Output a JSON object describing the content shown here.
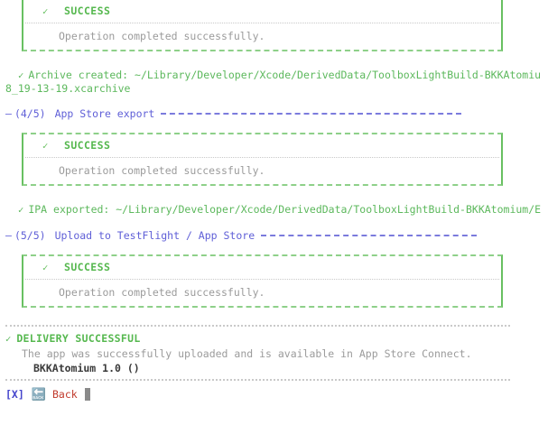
{
  "theme": {
    "green": "#5cb85c",
    "green_border": "#68c061",
    "gray_text": "#9b9b9b",
    "purple": "#5f5fd7",
    "red": "#c0392b",
    "blue": "#4444cc",
    "background": "#ffffff"
  },
  "panels": [
    {
      "check_icon": "✓",
      "title": "SUCCESS",
      "body": "Operation completed successfully."
    },
    {
      "check_icon": "✓",
      "title": "SUCCESS",
      "body": "Operation completed successfully."
    },
    {
      "check_icon": "✓",
      "title": "SUCCESS",
      "body": "Operation completed successfully."
    }
  ],
  "log_archive": {
    "check_icon": "✓",
    "line1": "Archive created: ~/Library/Developer/Xcode/DerivedData/ToolboxLightBuild-BKKAtomiu",
    "line2": "8_19-13-19.xcarchive"
  },
  "log_ipa": {
    "check_icon": "✓",
    "line1": "IPA exported: ~/Library/Developer/Xcode/DerivedData/ToolboxLightBuild-BKKAtomium/E"
  },
  "steps": [
    {
      "dash": "—",
      "counter": "(4/5)",
      "label": "App Store export"
    },
    {
      "dash": "—",
      "counter": "(5/5)",
      "label": "Upload to TestFlight / App Store"
    }
  ],
  "delivery": {
    "check_icon": "✓",
    "title": "DELIVERY SUCCESSFUL",
    "message": "The app was successfully uploaded and is available in App Store Connect.",
    "app": "BKKAtomium 1.0 ()"
  },
  "footer": {
    "key": "[X]",
    "icon": "🔙",
    "icon_name": "back-arrow-emoji",
    "label": "Back"
  }
}
